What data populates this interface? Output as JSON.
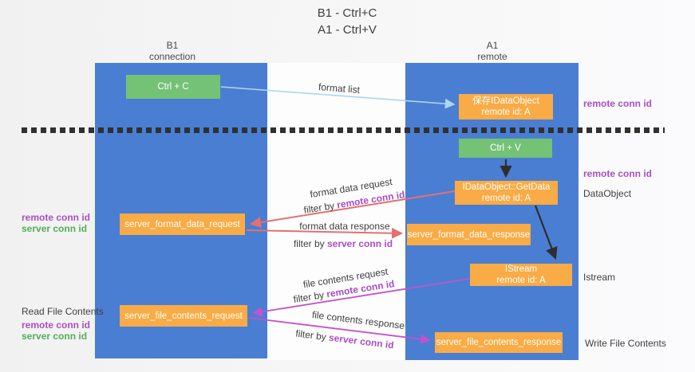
{
  "title": {
    "line1": "B1 - Ctrl+C",
    "line2": "A1 - Ctrl+V"
  },
  "lanes": {
    "left": {
      "name": "B1",
      "role": "connection"
    },
    "right": {
      "name": "A1",
      "role": "remote"
    }
  },
  "nodes": {
    "ctrl_c": {
      "label": "Ctrl + C"
    },
    "save_idataobject": {
      "line1": "保存IDataObject",
      "line2": "remote id: A"
    },
    "ctrl_v": {
      "label": "Ctrl + V"
    },
    "idataobject_getdata": {
      "line1": "IDataObject::GetData",
      "line2": "remote id: A"
    },
    "server_format_data_request": {
      "label": "server_format_data_request"
    },
    "server_format_data_response": {
      "label": "server_format_data_response"
    },
    "istream": {
      "line1": "IStream",
      "line2": "remote id: A"
    },
    "server_file_contents_request": {
      "label": "server_file_contents_request"
    },
    "server_file_contents_response": {
      "label": "server_file_contents_response"
    }
  },
  "annotations": {
    "right_remote_conn_id_top": "remote conn id",
    "right_remote_conn_id_mid": "remote conn id",
    "dataobject": "DataObject",
    "istream": "Istream",
    "write_file_contents": "Write File Contents",
    "left_remote_conn_id_1": "remote conn id",
    "left_server_conn_id_1": "server conn id",
    "read_file_contents": "Read File Contents",
    "left_remote_conn_id_2": "remote conn id",
    "left_server_conn_id_2": "server conn id"
  },
  "flows": {
    "format_list": {
      "label": "format list"
    },
    "format_data_request": {
      "label": "format data request",
      "filter_prefix": "filter by ",
      "filter_key": "remote conn id"
    },
    "format_data_response": {
      "label": "format data response",
      "filter_prefix": "filter by ",
      "filter_key": "server conn id"
    },
    "file_contents_request": {
      "label": "file contents request",
      "filter_prefix": "filter by ",
      "filter_key": "remote conn id"
    },
    "file_contents_response": {
      "label": "file contents response",
      "filter_prefix": "filter by ",
      "filter_key": "server conn id"
    }
  },
  "colors": {
    "lane_blue": "#4a7ed2",
    "node_orange": "#f9ab45",
    "node_green": "#74c276",
    "arrow_red": "#e57070",
    "arrow_magenta": "#c352cb",
    "arrow_lightblue": "#a8d7f2",
    "arrow_black": "#2e2e2e",
    "text_purple": "#a94fc2",
    "text_green": "#53ae58",
    "text_dark": "#3f3f3f"
  }
}
